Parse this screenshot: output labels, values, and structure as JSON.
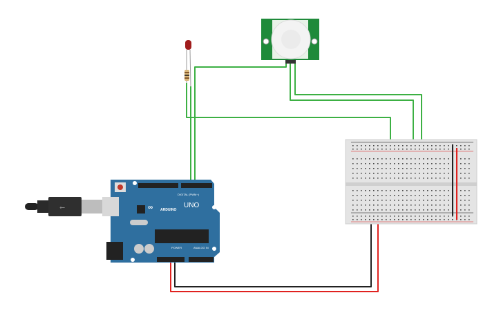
{
  "arduino": {
    "brand": "ARDUINO",
    "model": "UNO",
    "digital_label": "DIGITAL (PWM~)",
    "power_label": "POWER",
    "analog_label": "ANALOG IN",
    "board_color": "#2f6f9f"
  },
  "colors": {
    "signal_wire": "#3cb043",
    "ground_wire": "#222222",
    "power_wire": "#e0221f",
    "pir_board": "#1f8a3a",
    "led": "#a01c1c"
  },
  "components": [
    "arduino-uno",
    "pir-sensor",
    "led",
    "resistor",
    "breadboard",
    "usb-cable"
  ]
}
